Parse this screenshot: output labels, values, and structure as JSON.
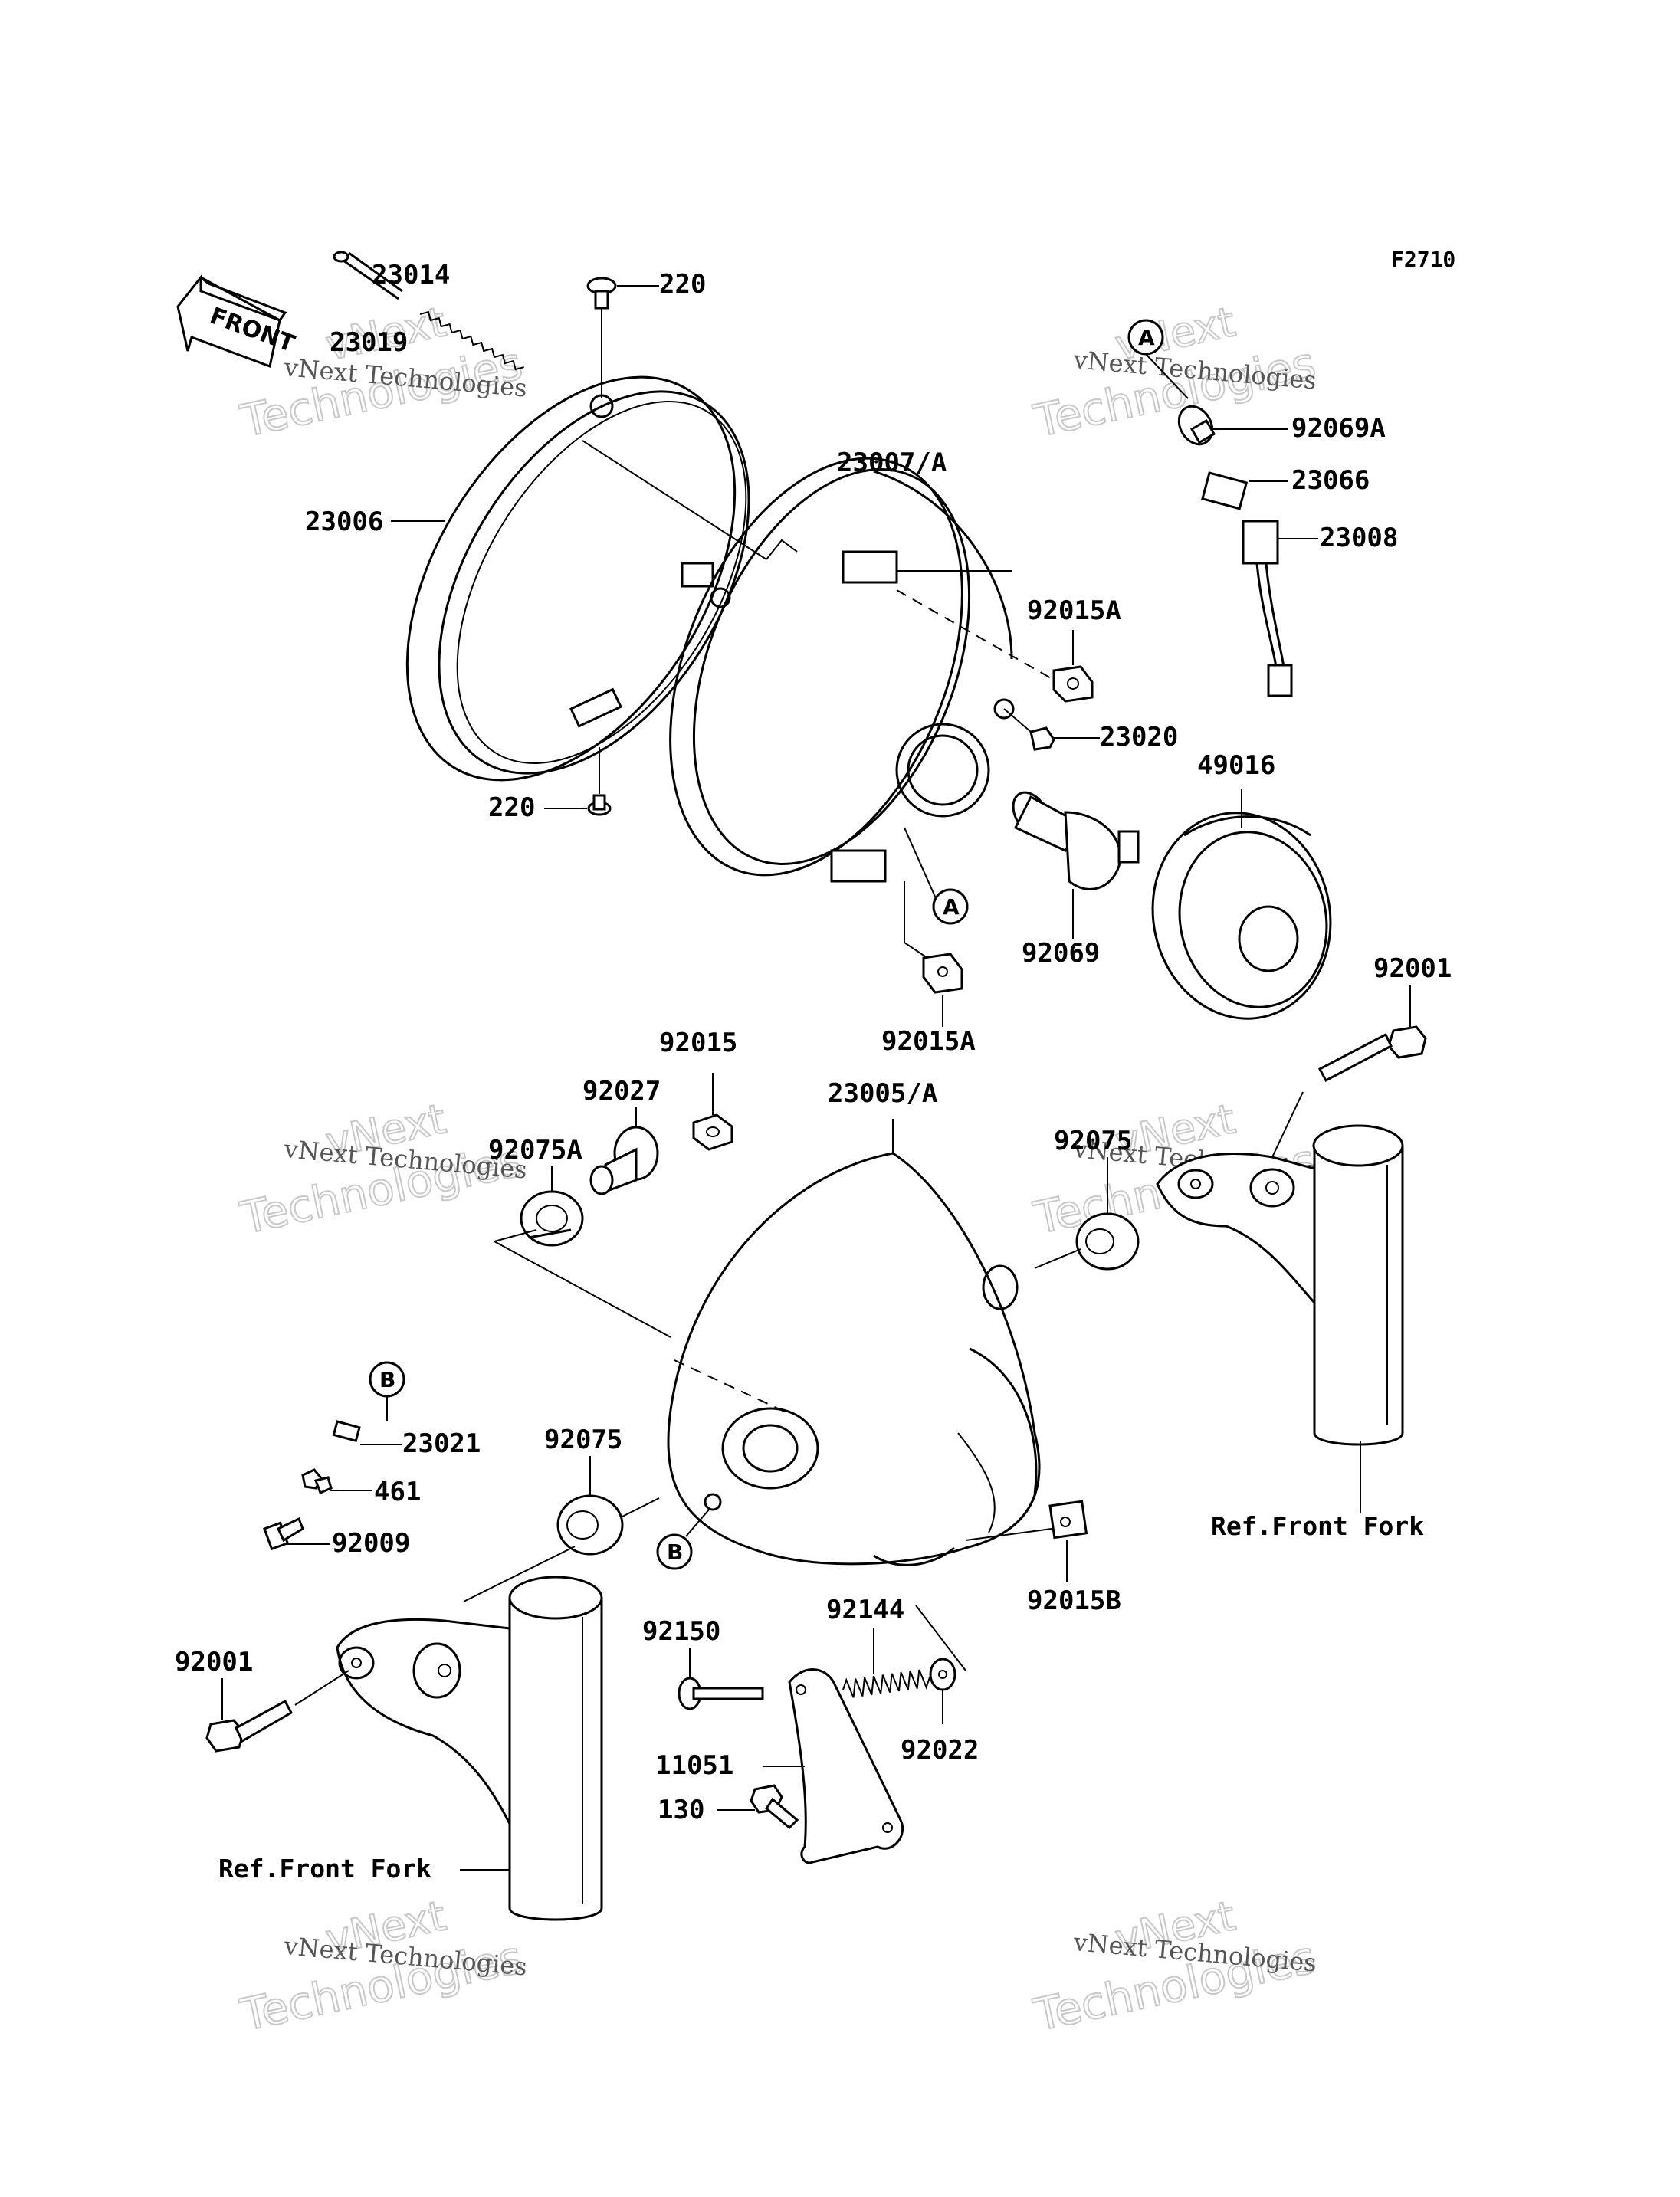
{
  "figure_code": "F2710",
  "front_arrow_label": "FRONT",
  "watermark": {
    "line1": "vNext Technologies",
    "line2": "Technologies",
    "line3": "vNext"
  },
  "callouts": {
    "A": "A",
    "B": "B"
  },
  "parts": {
    "p23019": "23019",
    "p23014": "23014",
    "p220_top": "220",
    "p220_bottom": "220",
    "p23006": "23006",
    "p23007A": "23007/A",
    "p92015A_upper": "92015A",
    "p92015A_lower": "92015A",
    "p23020": "23020",
    "p49016": "49016",
    "p92069": "92069",
    "p92069A": "92069A",
    "p23066": "23066",
    "p23008": "23008",
    "p92001_right": "92001",
    "p92001_left": "92001",
    "p92015": "92015",
    "p92027": "92027",
    "p92075A": "92075A",
    "p23005A": "23005/A",
    "p92075_right": "92075",
    "p92075_left": "92075",
    "p23021": "23021",
    "p461": "461",
    "p92009": "92009",
    "p92015B": "92015B",
    "p92150": "92150",
    "p92144": "92144",
    "p92022": "92022",
    "p11051": "11051",
    "p130": "130"
  },
  "ref_front_fork_right": "Ref.Front Fork",
  "ref_front_fork_left": "Ref.Front Fork"
}
